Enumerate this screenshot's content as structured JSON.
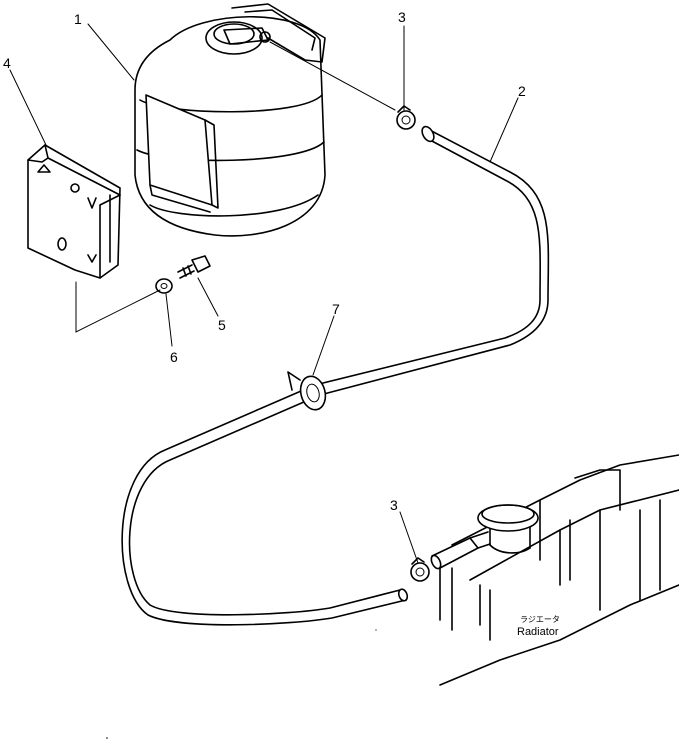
{
  "callouts": [
    {
      "id": "1",
      "text": "1"
    },
    {
      "id": "2",
      "text": "2"
    },
    {
      "id": "3a",
      "text": "3"
    },
    {
      "id": "3b",
      "text": "3"
    },
    {
      "id": "4",
      "text": "4"
    },
    {
      "id": "5",
      "text": "5"
    },
    {
      "id": "6",
      "text": "6"
    },
    {
      "id": "7",
      "text": "7"
    }
  ],
  "labels": {
    "radiator_jp": "ラジエータ",
    "radiator_en": "Radiator"
  }
}
